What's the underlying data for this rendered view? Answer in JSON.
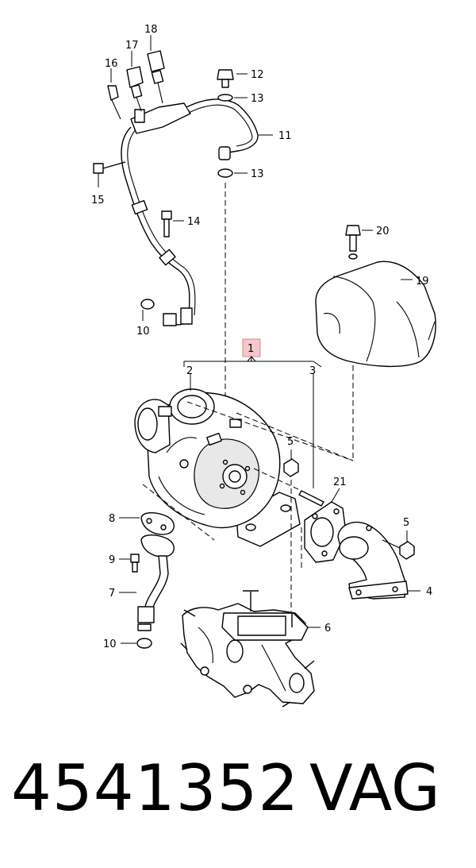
{
  "diagram": {
    "highlight_color": "#f4c7ca",
    "callouts": {
      "c1": "1",
      "c2": "2",
      "c3": "3",
      "c4": "4",
      "c5a": "5",
      "c5b": "5",
      "c6": "6",
      "c7": "7",
      "c8": "8",
      "c9": "9",
      "c10a": "10",
      "c10b": "10",
      "c11": "11",
      "c12": "12",
      "c13a": "13",
      "c13b": "13",
      "c14": "14",
      "c15": "15",
      "c16": "16",
      "c17": "17",
      "c18": "18",
      "c19": "19",
      "c20": "20",
      "c21": "21"
    }
  },
  "footer": {
    "part_number": "4541352",
    "brand": "VAG"
  }
}
